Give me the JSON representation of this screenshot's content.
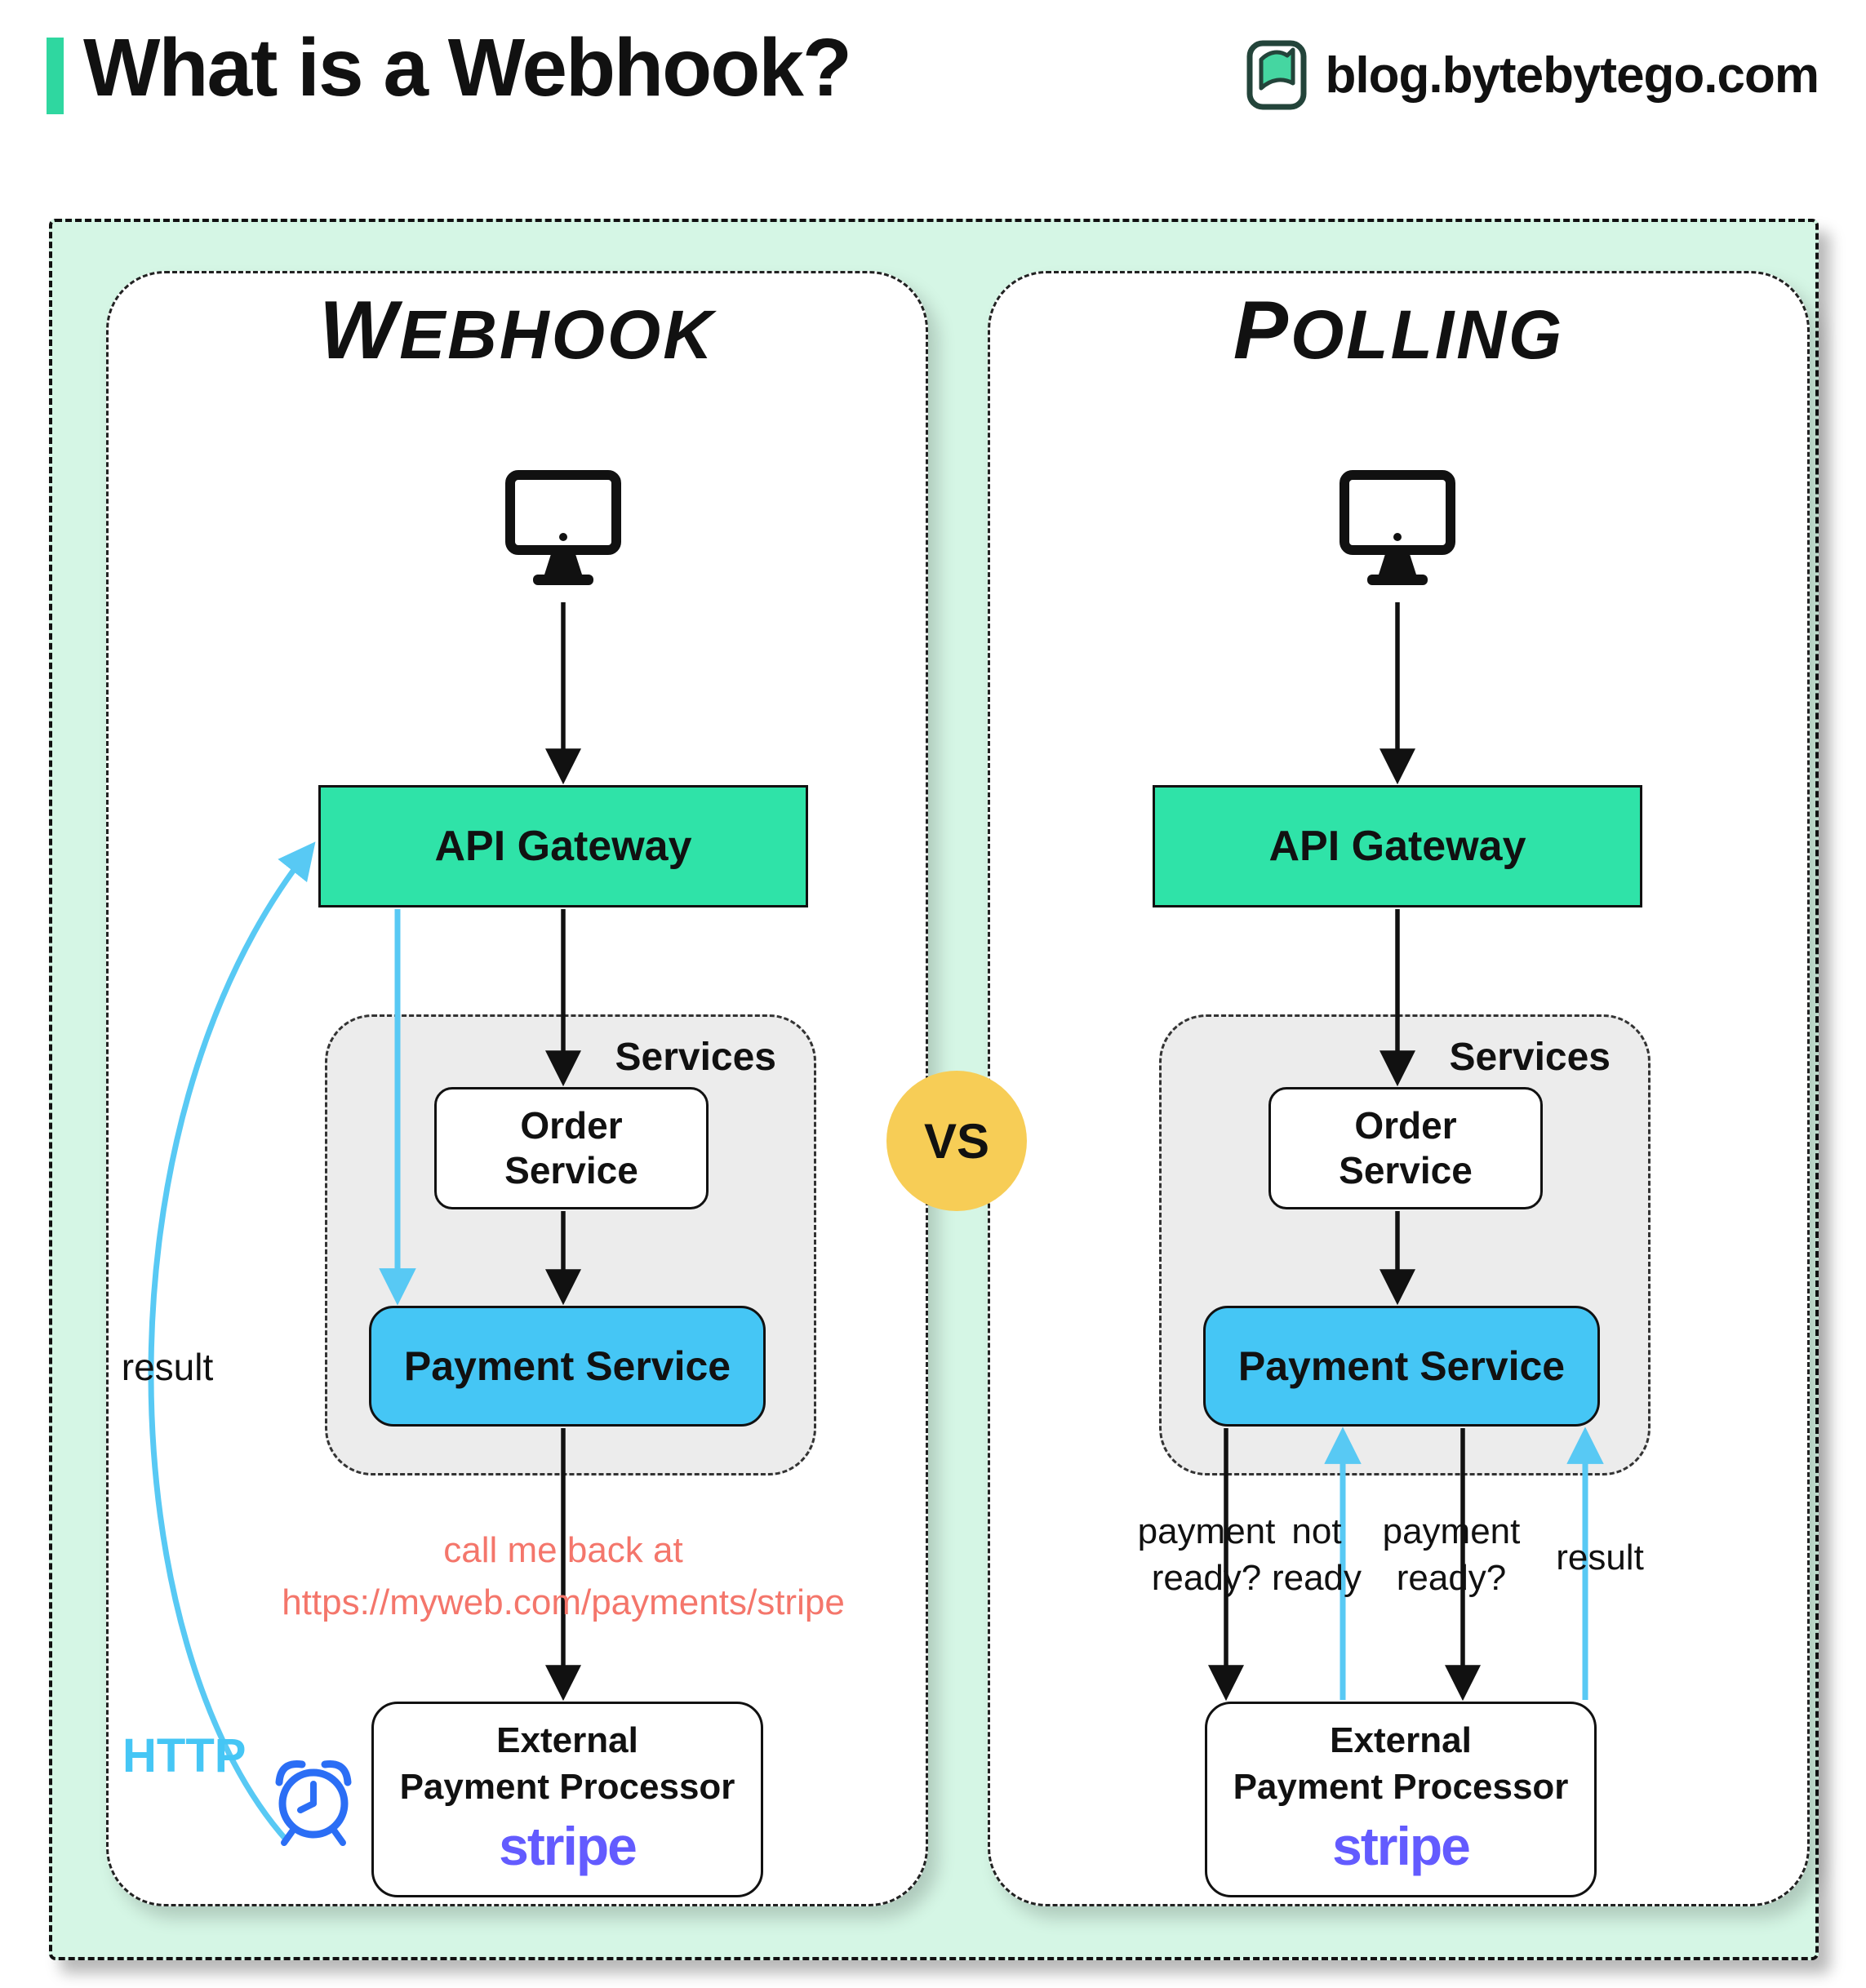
{
  "header": {
    "title": "What is a Webhook?",
    "site": "blog.bytebytego.com"
  },
  "vs": "VS",
  "webhook": {
    "title": "Webhook",
    "gateway": "API Gateway",
    "services": "Services",
    "order": "Order Service",
    "payment": "Payment Service",
    "external_line1": "External",
    "external_line2": "Payment Processor",
    "stripe": "stripe",
    "callback_line1": "call me back at",
    "callback_line2": "https://myweb.com/payments/stripe",
    "result": "result",
    "http": "HTTP"
  },
  "polling": {
    "title": "Polling",
    "gateway": "API Gateway",
    "services": "Services",
    "order": "Order Service",
    "payment": "Payment Service",
    "external_line1": "External",
    "external_line2": "Payment Processor",
    "stripe": "stripe",
    "payment_ready_1": "payment ready?",
    "not_ready": "not ready",
    "payment_ready_2": "payment ready?",
    "result": "result"
  },
  "colors": {
    "accent_green": "#2fd7a0",
    "mint_background": "#d5f6e5",
    "gateway_green": "#2fe3a8",
    "payment_blue": "#45c6f5",
    "arrow_blue": "#58c9f4",
    "vs_yellow": "#f7cd56",
    "callback_salmon": "#f4766b",
    "stripe_purple": "#635bff",
    "clock_blue": "#2b6ef5"
  }
}
